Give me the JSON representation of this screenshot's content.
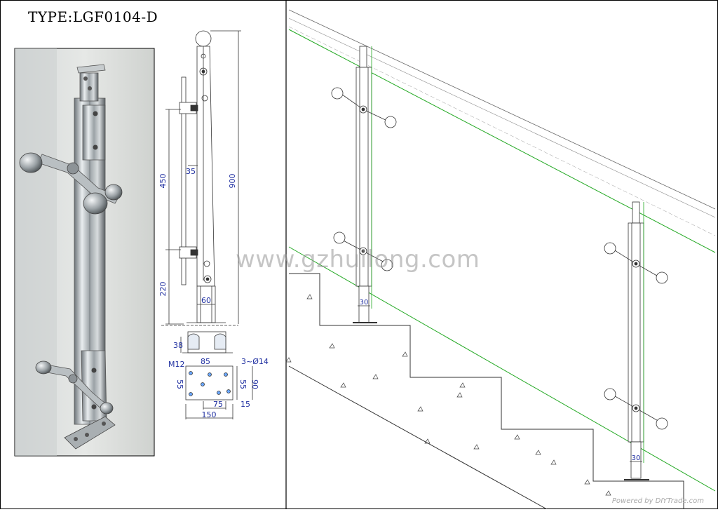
{
  "title": "TYPE:LGF0104-D",
  "watermark": "www.gzhuilong.com",
  "credit": "Powered by DIYTrade.com",
  "elevation": {
    "dim_450": "450",
    "dim_35": "35",
    "dim_900": "900",
    "dim_220": "220",
    "dim_60": "60"
  },
  "base_side": {
    "dim_38": "38"
  },
  "base_plate": {
    "m12": "M12",
    "dim_85": "85",
    "holes": "3~Ø14",
    "dim_55_left": "55",
    "dim_55_right": "55",
    "dim_90": "90",
    "dim_75": "75",
    "dim_15": "15",
    "dim_150": "150"
  },
  "stair": {
    "dim_30_left": "30",
    "dim_30_right": "30"
  },
  "colors": {
    "glass_edge": "#22a822",
    "line": "#333333",
    "dim_text": "#1e2ea0"
  }
}
